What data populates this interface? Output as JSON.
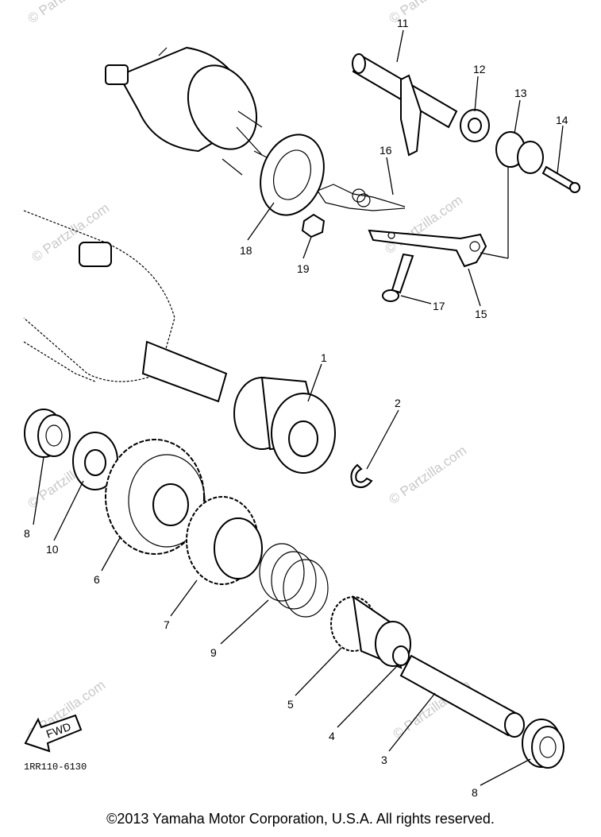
{
  "diagram": {
    "callouts": [
      "1",
      "2",
      "3",
      "4",
      "5",
      "6",
      "7",
      "8",
      "8",
      "9",
      "10",
      "11",
      "12",
      "13",
      "14",
      "15",
      "16",
      "17",
      "18",
      "19"
    ],
    "fwd_label": "FWD",
    "figure_code": "1RR110-6130",
    "watermark": "© Partzilla.com"
  },
  "footer": {
    "copyright": "©2013  Yamaha Motor Corporation, U.S.A. All rights reserved."
  }
}
